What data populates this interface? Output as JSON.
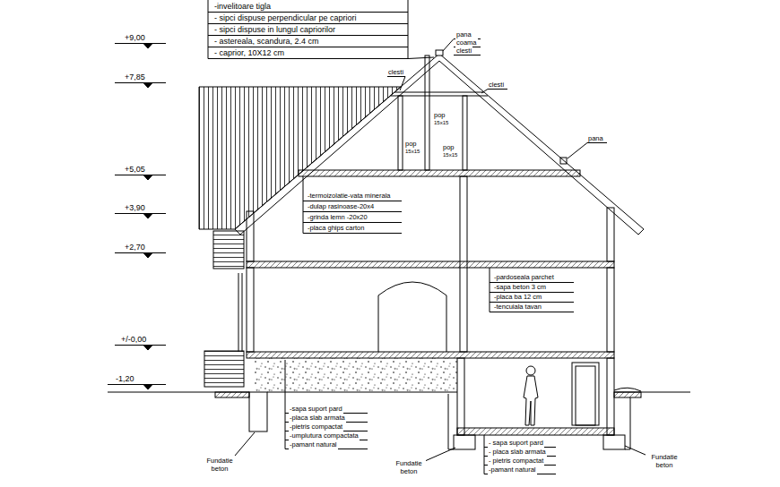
{
  "diagram": {
    "labels": [
      "-invelitoare tigla",
      "- sipci dispuse perpendicular pe capriori",
      "- sipci dispuse in lungul capriorilor",
      "- astereala, scandura, 2.4 cm",
      "- caprior, 10X12 cm",
      "+9,00",
      "+7,85",
      "+5,05",
      "+3,90",
      "+2,70",
      "+/-0,00",
      "-1,20",
      "pana",
      "coama",
      "clesti",
      "clesti",
      "clesti",
      "pop",
      "15x15",
      "pop",
      "15x15",
      "pop",
      "15x15",
      "pana",
      "-termoizolatie-vata minerala",
      "-dulap rasinoase-20x4",
      "-grinda lemn -20x20",
      "-placa ghips carton",
      "-pardoseala parchet",
      "-sapa beton 3 cm",
      "-placa ba 12 cm",
      "-tencuiala tavan",
      "-sapa suport pard",
      "-placa slab armata",
      "-pietris compactat",
      "-umplutura compactata",
      "-pamant natural",
      "Fundatie beton",
      "Fundatie beton",
      "- sapa suport pard",
      "- placa slab armata",
      "- pietris compactat",
      "-pamant natural",
      "Fundatie beton"
    ]
  }
}
